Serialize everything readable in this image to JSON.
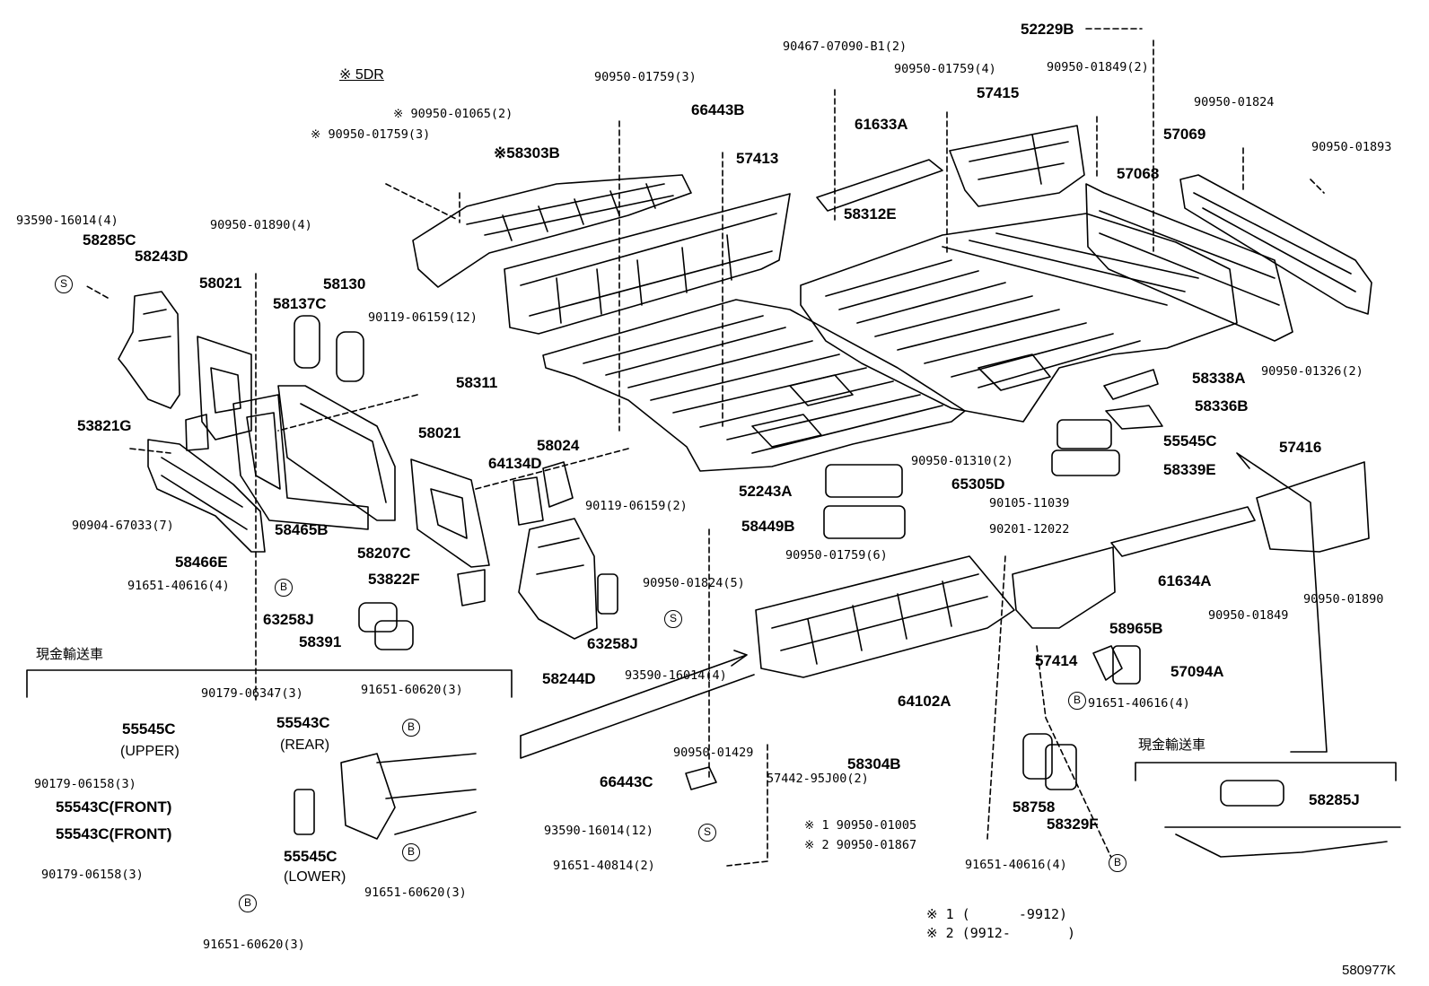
{
  "diagram": {
    "drawing_code": "580977K",
    "section_labels": {
      "five_door": "※ 5DR",
      "cash_transport_left": "現金輸送車",
      "cash_transport_right": "現金輸送車"
    },
    "notes": {
      "n1": "※ 1 (      -9912)",
      "n2": "※ 2 (9912-       )"
    },
    "callouts": {
      "S": "S",
      "B": "B"
    },
    "labels": [
      {
        "id": "52229B",
        "text": "52229B",
        "kind": "part"
      },
      {
        "id": "90467-07090-B1-2",
        "text": "90467-07090-B1(2)",
        "kind": "std"
      },
      {
        "id": "90950-01759-4",
        "text": "90950-01759(4)",
        "kind": "std"
      },
      {
        "id": "90950-01849-2",
        "text": "90950-01849(2)",
        "kind": "std"
      },
      {
        "id": "57415",
        "text": "57415",
        "kind": "part"
      },
      {
        "id": "90950-01824-top",
        "text": "90950-01824",
        "kind": "std"
      },
      {
        "id": "57069",
        "text": "57069",
        "kind": "part"
      },
      {
        "id": "90950-01893",
        "text": "90950-01893",
        "kind": "std"
      },
      {
        "id": "57068",
        "text": "57068",
        "kind": "part"
      },
      {
        "id": "61633A",
        "text": "61633A",
        "kind": "part"
      },
      {
        "id": "58312E",
        "text": "58312E",
        "kind": "part"
      },
      {
        "id": "90950-01759-3-top",
        "text": "90950-01759(3)",
        "kind": "std"
      },
      {
        "id": "66443B",
        "text": "66443B",
        "kind": "part"
      },
      {
        "id": "57413",
        "text": "57413",
        "kind": "part"
      },
      {
        "id": "90950-01065-2",
        "text": "※ 90950-01065(2)",
        "kind": "std"
      },
      {
        "id": "90950-01759-3-star",
        "text": "※ 90950-01759(3)",
        "kind": "std"
      },
      {
        "id": "58303B",
        "text": "※58303B",
        "kind": "part"
      },
      {
        "id": "93590-16014-4-top",
        "text": "93590-16014(4)",
        "kind": "std"
      },
      {
        "id": "58285C",
        "text": "58285C",
        "kind": "part"
      },
      {
        "id": "58243D",
        "text": "58243D",
        "kind": "part"
      },
      {
        "id": "90950-01890-4",
        "text": "90950-01890(4)",
        "kind": "std"
      },
      {
        "id": "58021-a",
        "text": "58021",
        "kind": "part"
      },
      {
        "id": "58137C",
        "text": "58137C",
        "kind": "part"
      },
      {
        "id": "58130",
        "text": "58130",
        "kind": "part"
      },
      {
        "id": "90119-06159-12",
        "text": "90119-06159(12)",
        "kind": "std"
      },
      {
        "id": "58311",
        "text": "58311",
        "kind": "part"
      },
      {
        "id": "58338A",
        "text": "58338A",
        "kind": "part"
      },
      {
        "id": "90950-01326-2",
        "text": "90950-01326(2)",
        "kind": "std"
      },
      {
        "id": "58336B",
        "text": "58336B",
        "kind": "part"
      },
      {
        "id": "53821G",
        "text": "53821G",
        "kind": "part"
      },
      {
        "id": "58021-b",
        "text": "58021",
        "kind": "part"
      },
      {
        "id": "58024",
        "text": "58024",
        "kind": "part"
      },
      {
        "id": "64134D",
        "text": "64134D",
        "kind": "part"
      },
      {
        "id": "55545C-main",
        "text": "55545C",
        "kind": "part"
      },
      {
        "id": "57416",
        "text": "57416",
        "kind": "part"
      },
      {
        "id": "90950-01310-2",
        "text": "90950-01310(2)",
        "kind": "std"
      },
      {
        "id": "58339E",
        "text": "58339E",
        "kind": "part"
      },
      {
        "id": "90904-67033-7",
        "text": "90904-67033(7)",
        "kind": "std"
      },
      {
        "id": "58465B",
        "text": "58465B",
        "kind": "part"
      },
      {
        "id": "58207C",
        "text": "58207C",
        "kind": "part"
      },
      {
        "id": "90119-06159-2",
        "text": "90119-06159(2)",
        "kind": "std"
      },
      {
        "id": "52243A",
        "text": "52243A",
        "kind": "part"
      },
      {
        "id": "65305D",
        "text": "65305D",
        "kind": "part"
      },
      {
        "id": "90105-11039",
        "text": "90105-11039",
        "kind": "std"
      },
      {
        "id": "58466E",
        "text": "58466E",
        "kind": "part"
      },
      {
        "id": "58449B",
        "text": "58449B",
        "kind": "part"
      },
      {
        "id": "90201-12022",
        "text": "90201-12022",
        "kind": "std"
      },
      {
        "id": "61634A",
        "text": "61634A",
        "kind": "part"
      },
      {
        "id": "91651-40616-4-a",
        "text": "91651-40616(4)",
        "kind": "std"
      },
      {
        "id": "53822F",
        "text": "53822F",
        "kind": "part"
      },
      {
        "id": "90950-01759-6",
        "text": "90950-01759(6)",
        "kind": "std"
      },
      {
        "id": "90950-01824-5",
        "text": "90950-01824(5)",
        "kind": "std"
      },
      {
        "id": "90950-01849",
        "text": "90950-01849",
        "kind": "std"
      },
      {
        "id": "90950-01890",
        "text": "90950-01890",
        "kind": "std"
      },
      {
        "id": "63258J-a",
        "text": "63258J",
        "kind": "part"
      },
      {
        "id": "58391",
        "text": "58391",
        "kind": "part"
      },
      {
        "id": "63258J-b",
        "text": "63258J",
        "kind": "part"
      },
      {
        "id": "58965B",
        "text": "58965B",
        "kind": "part"
      },
      {
        "id": "57094A",
        "text": "57094A",
        "kind": "part"
      },
      {
        "id": "57414",
        "text": "57414",
        "kind": "part"
      },
      {
        "id": "58244D",
        "text": "58244D",
        "kind": "part"
      },
      {
        "id": "93590-16014-4-mid",
        "text": "93590-16014(4)",
        "kind": "std"
      },
      {
        "id": "91651-40616-4-b",
        "text": "91651-40616(4)",
        "kind": "std"
      },
      {
        "id": "90179-06347-3",
        "text": "90179-06347(3)",
        "kind": "std"
      },
      {
        "id": "91651-60620-3-a",
        "text": "91651-60620(3)",
        "kind": "std"
      },
      {
        "id": "55545C-upper",
        "text": "55545C",
        "kind": "part"
      },
      {
        "id": "upper",
        "text": "(UPPER)",
        "kind": "text"
      },
      {
        "id": "55543C-rear",
        "text": "55543C",
        "kind": "part"
      },
      {
        "id": "rear",
        "text": "(REAR)",
        "kind": "text"
      },
      {
        "id": "64102A",
        "text": "64102A",
        "kind": "part"
      },
      {
        "id": "90179-06158-3-a",
        "text": "90179-06158(3)",
        "kind": "std"
      },
      {
        "id": "55543C-front-a",
        "text": "55543C(FRONT)",
        "kind": "part"
      },
      {
        "id": "90950-01429",
        "text": "90950-01429",
        "kind": "std"
      },
      {
        "id": "58304B",
        "text": "58304B",
        "kind": "part"
      },
      {
        "id": "57442-95J00-2",
        "text": "57442-95J00(2)",
        "kind": "std"
      },
      {
        "id": "66443C",
        "text": "66443C",
        "kind": "part"
      },
      {
        "id": "58758",
        "text": "58758",
        "kind": "part"
      },
      {
        "id": "58329F",
        "text": "58329F",
        "kind": "part"
      },
      {
        "id": "58285J",
        "text": "58285J",
        "kind": "part"
      },
      {
        "id": "55543C-front-b",
        "text": "55543C(FRONT)",
        "kind": "part"
      },
      {
        "id": "93590-16014-12",
        "text": "93590-16014(12)",
        "kind": "std"
      },
      {
        "id": "90950-01005",
        "text": "※ 1 90950-01005",
        "kind": "std"
      },
      {
        "id": "90950-01867",
        "text": "※ 2 90950-01867",
        "kind": "std"
      },
      {
        "id": "55545C-lower",
        "text": "55545C",
        "kind": "part"
      },
      {
        "id": "lower",
        "text": "(LOWER)",
        "kind": "text"
      },
      {
        "id": "90179-06158-3-b",
        "text": "90179-06158(3)",
        "kind": "std"
      },
      {
        "id": "91651-60620-3-b",
        "text": "91651-60620(3)",
        "kind": "std"
      },
      {
        "id": "91651-40814-2",
        "text": "91651-40814(2)",
        "kind": "std"
      },
      {
        "id": "91651-40616-4-c",
        "text": "91651-40616(4)",
        "kind": "std"
      },
      {
        "id": "91651-60620-3-c",
        "text": "91651-60620(3)",
        "kind": "std"
      }
    ]
  }
}
